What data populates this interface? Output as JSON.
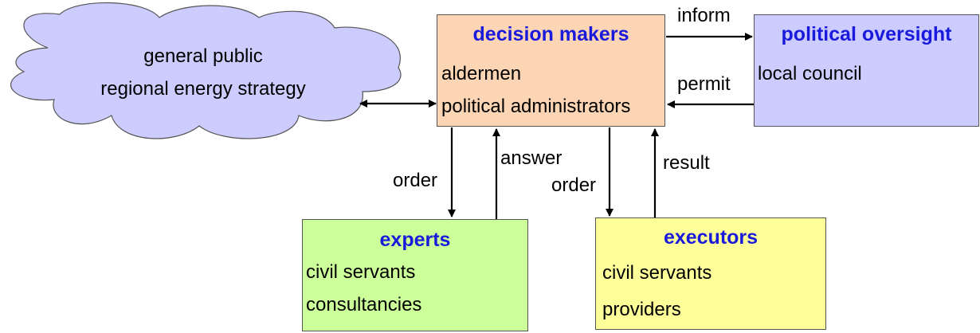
{
  "public": {
    "line1": "general public",
    "line2": "regional energy strategy"
  },
  "decision_makers": {
    "title": "decision makers",
    "lines": [
      "aldermen",
      "political administrators"
    ]
  },
  "political_oversight": {
    "title": "political oversight",
    "lines": [
      "local council"
    ]
  },
  "experts": {
    "title": "experts",
    "lines": [
      "civil servants",
      "consultancies"
    ]
  },
  "executors": {
    "title": "executors",
    "lines": [
      "civil servants",
      "providers"
    ]
  },
  "arrows": {
    "inform": "inform",
    "permit": "permit",
    "order_experts": "order",
    "answer": "answer",
    "order_executors": "order",
    "result": "result"
  },
  "colors": {
    "title_blue": "#1a1adc",
    "cloud_fill": "#ccccff",
    "decision_fill": "#fcd5b4",
    "oversight_fill": "#ccccff",
    "experts_fill": "#ccff99",
    "executors_fill": "#ffff99"
  }
}
